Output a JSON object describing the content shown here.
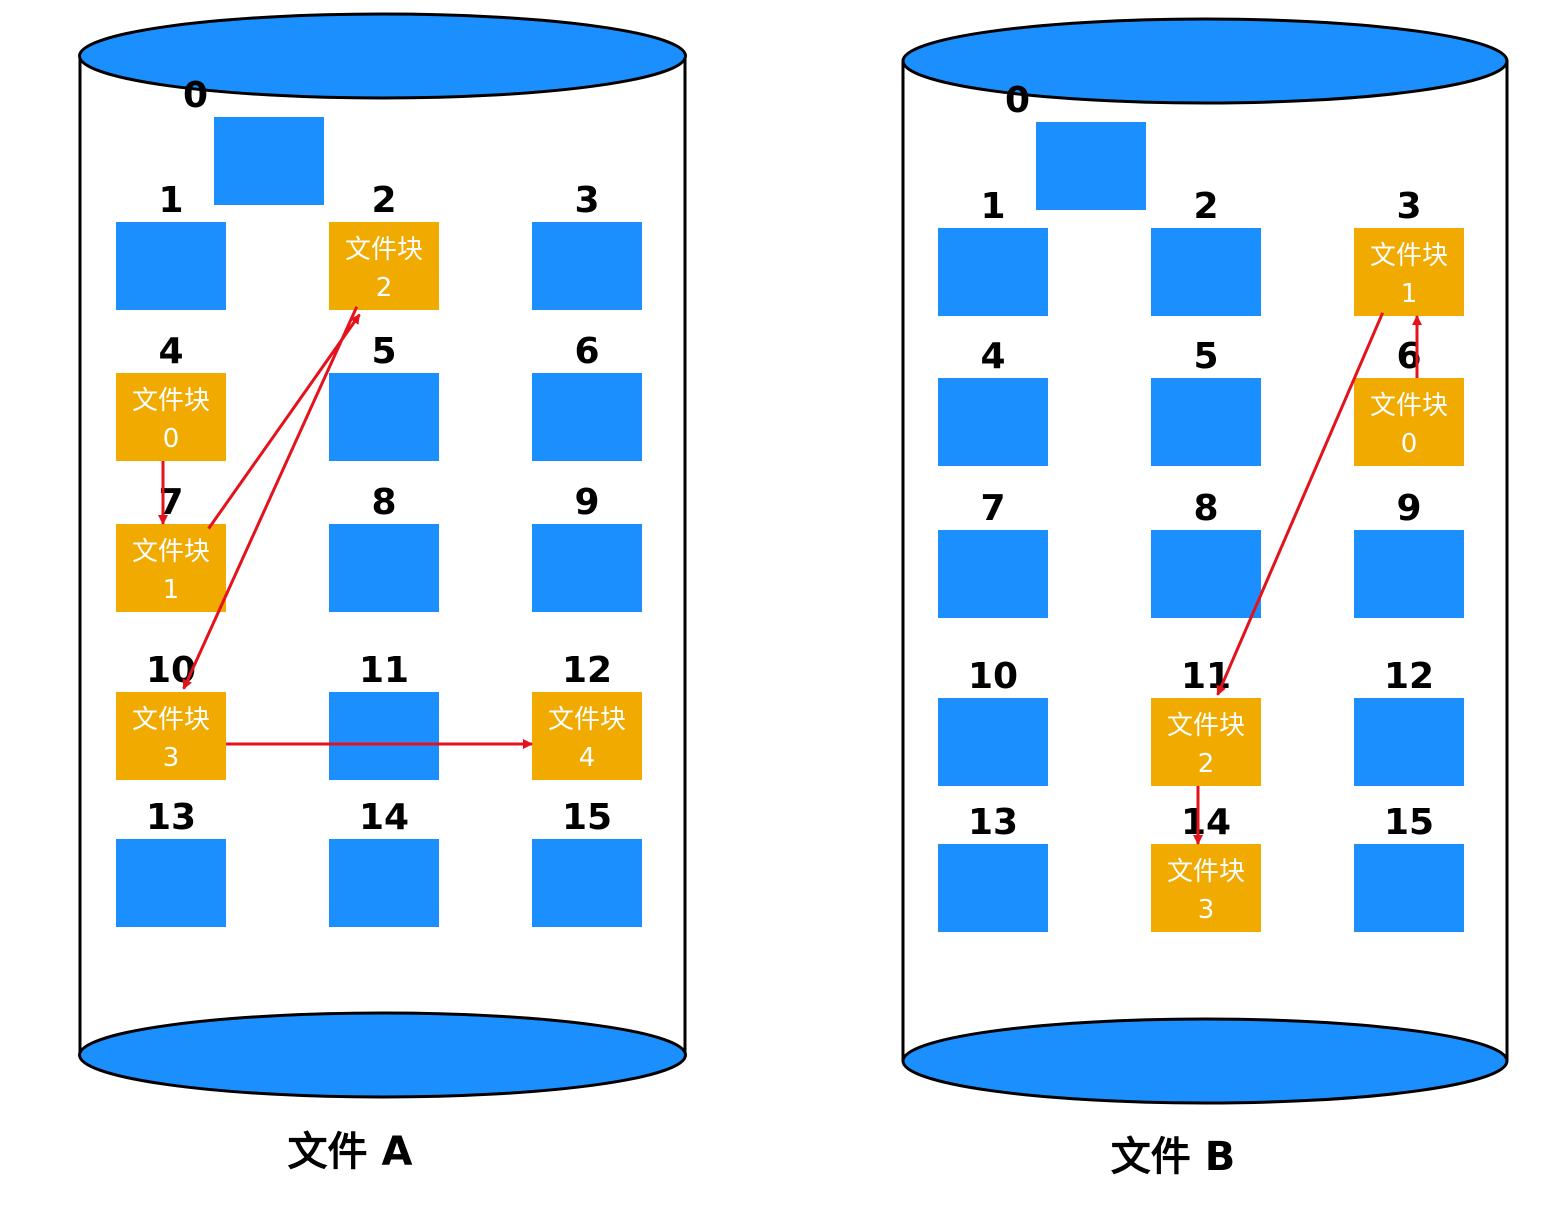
{
  "colors": {
    "free_block": "#1c8ffe",
    "file_block": "#f0aa00",
    "disk_cap": "#1c8ffe",
    "outline": "#000000",
    "link_arrow": "#e3121b",
    "block_text": "#ffffff"
  },
  "disks": [
    {
      "caption": "文件 A",
      "blocks": [
        {
          "index": "0",
          "used": false,
          "label": "",
          "part": ""
        },
        {
          "index": "1",
          "used": false,
          "label": "",
          "part": ""
        },
        {
          "index": "2",
          "used": true,
          "label": "文件块",
          "part": "2"
        },
        {
          "index": "3",
          "used": false,
          "label": "",
          "part": ""
        },
        {
          "index": "4",
          "used": true,
          "label": "文件块",
          "part": "0"
        },
        {
          "index": "5",
          "used": false,
          "label": "",
          "part": ""
        },
        {
          "index": "6",
          "used": false,
          "label": "",
          "part": ""
        },
        {
          "index": "7",
          "used": true,
          "label": "文件块",
          "part": "1"
        },
        {
          "index": "8",
          "used": false,
          "label": "",
          "part": ""
        },
        {
          "index": "9",
          "used": false,
          "label": "",
          "part": ""
        },
        {
          "index": "10",
          "used": true,
          "label": "文件块",
          "part": "3"
        },
        {
          "index": "11",
          "used": false,
          "label": "",
          "part": ""
        },
        {
          "index": "12",
          "used": true,
          "label": "文件块",
          "part": "4"
        },
        {
          "index": "13",
          "used": false,
          "label": "",
          "part": ""
        },
        {
          "index": "14",
          "used": false,
          "label": "",
          "part": ""
        },
        {
          "index": "15",
          "used": false,
          "label": "",
          "part": ""
        }
      ],
      "chain": [
        "4",
        "7",
        "2",
        "10",
        "12"
      ]
    },
    {
      "caption": "文件 B",
      "blocks": [
        {
          "index": "0",
          "used": false,
          "label": "",
          "part": ""
        },
        {
          "index": "1",
          "used": false,
          "label": "",
          "part": ""
        },
        {
          "index": "2",
          "used": false,
          "label": "",
          "part": ""
        },
        {
          "index": "3",
          "used": true,
          "label": "文件块",
          "part": "1"
        },
        {
          "index": "4",
          "used": false,
          "label": "",
          "part": ""
        },
        {
          "index": "5",
          "used": false,
          "label": "",
          "part": ""
        },
        {
          "index": "6",
          "used": true,
          "label": "文件块",
          "part": "0"
        },
        {
          "index": "7",
          "used": false,
          "label": "",
          "part": ""
        },
        {
          "index": "8",
          "used": false,
          "label": "",
          "part": ""
        },
        {
          "index": "9",
          "used": false,
          "label": "",
          "part": ""
        },
        {
          "index": "10",
          "used": false,
          "label": "",
          "part": ""
        },
        {
          "index": "11",
          "used": true,
          "label": "文件块",
          "part": "2"
        },
        {
          "index": "12",
          "used": false,
          "label": "",
          "part": ""
        },
        {
          "index": "13",
          "used": false,
          "label": "",
          "part": ""
        },
        {
          "index": "14",
          "used": true,
          "label": "文件块",
          "part": "3"
        },
        {
          "index": "15",
          "used": false,
          "label": "",
          "part": ""
        }
      ],
      "chain": [
        "6",
        "3",
        "11",
        "14"
      ]
    }
  ]
}
